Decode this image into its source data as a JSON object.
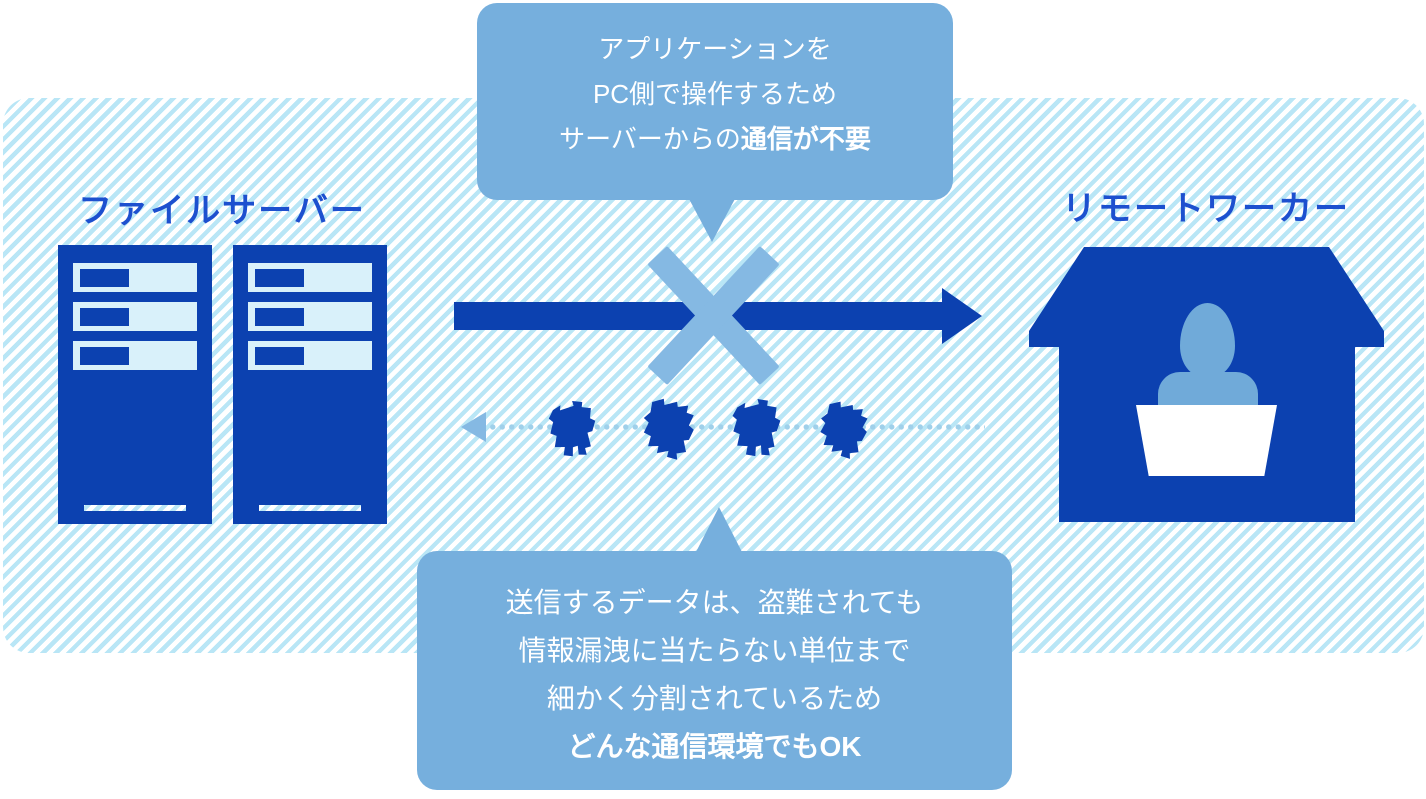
{
  "diagram_title_implicit": "",
  "colors": {
    "dark_blue": "#0c41b0",
    "label_blue": "#1d50cf",
    "bubble_blue": "#76afdd",
    "accent_light_blue": "#85b9e3",
    "stripe_blue": "#b9e6f6",
    "panel_light": "#d9f1fa",
    "person_blue": "#70aad9",
    "dot_blue": "#9fd0ea",
    "text_white": "#ffffff"
  },
  "left_group": {
    "label": "ファイルサーバー",
    "icon": "server-towers-icon",
    "server_count": 2
  },
  "right_group": {
    "label": "リモートワーカー",
    "icon": "house-remote-worker-icon"
  },
  "flow": {
    "blocked_arrow_icon": "forward-arrow-blocked-x-icon",
    "return_arrow_icon": "dotted-return-arrow-icon",
    "fragment_icon": "data-fragment-icon",
    "fragment_count": 4
  },
  "top_bubble": {
    "line1": "アプリケーションを",
    "line2": "PC側で操作するため",
    "line3_normal": "サーバーからの",
    "line3_bold": "通信が不要"
  },
  "bottom_bubble": {
    "line1": "送信するデータは、盗難されても",
    "line2": "情報漏洩に当たらない単位まで",
    "line3": "細かく分割されているため",
    "line4_bold": "どんな通信環境でもOK"
  }
}
